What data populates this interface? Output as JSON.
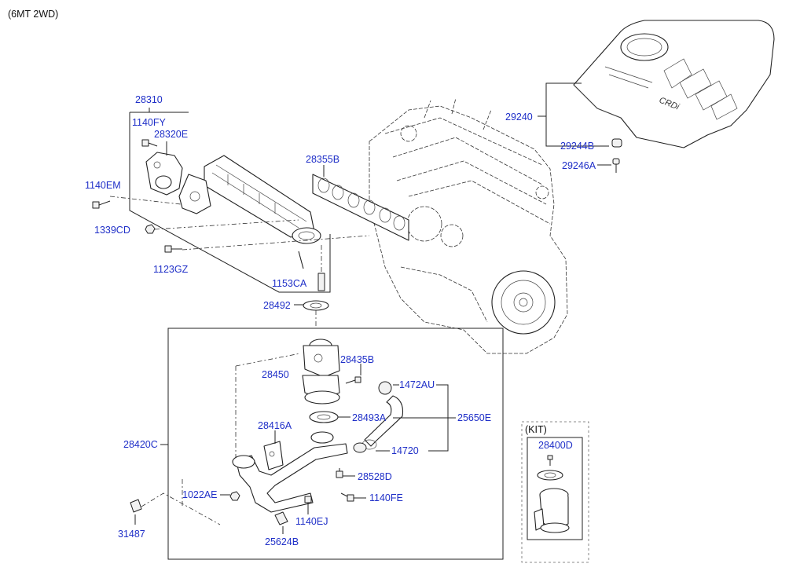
{
  "header": {
    "variant": "(6MT 2WD)"
  },
  "kit": {
    "label": "(KIT)"
  },
  "callouts": {
    "c28310": "28310",
    "c1140FY": "1140FY",
    "c28320E": "28320E",
    "c1140EM": "1140EM",
    "c1339CD": "1339CD",
    "c1123GZ": "1123GZ",
    "c1153CA": "1153CA",
    "c28492": "28492",
    "c28355B": "28355B",
    "c29240": "29240",
    "c29244B": "29244B",
    "c29246A": "29246A",
    "c28450": "28450",
    "c28435B": "28435B",
    "c1472AU": "1472AU",
    "c28493A": "28493A",
    "c25650E": "25650E",
    "c28416A": "28416A",
    "c14720": "14720",
    "c28420C": "28420C",
    "c28528D": "28528D",
    "c1022AE": "1022AE",
    "c1140FE": "1140FE",
    "c1140EJ": "1140EJ",
    "c31487": "31487",
    "c25624B": "25624B",
    "c28400D": "28400D"
  },
  "engine_cover": {
    "badge": "CRDi"
  }
}
